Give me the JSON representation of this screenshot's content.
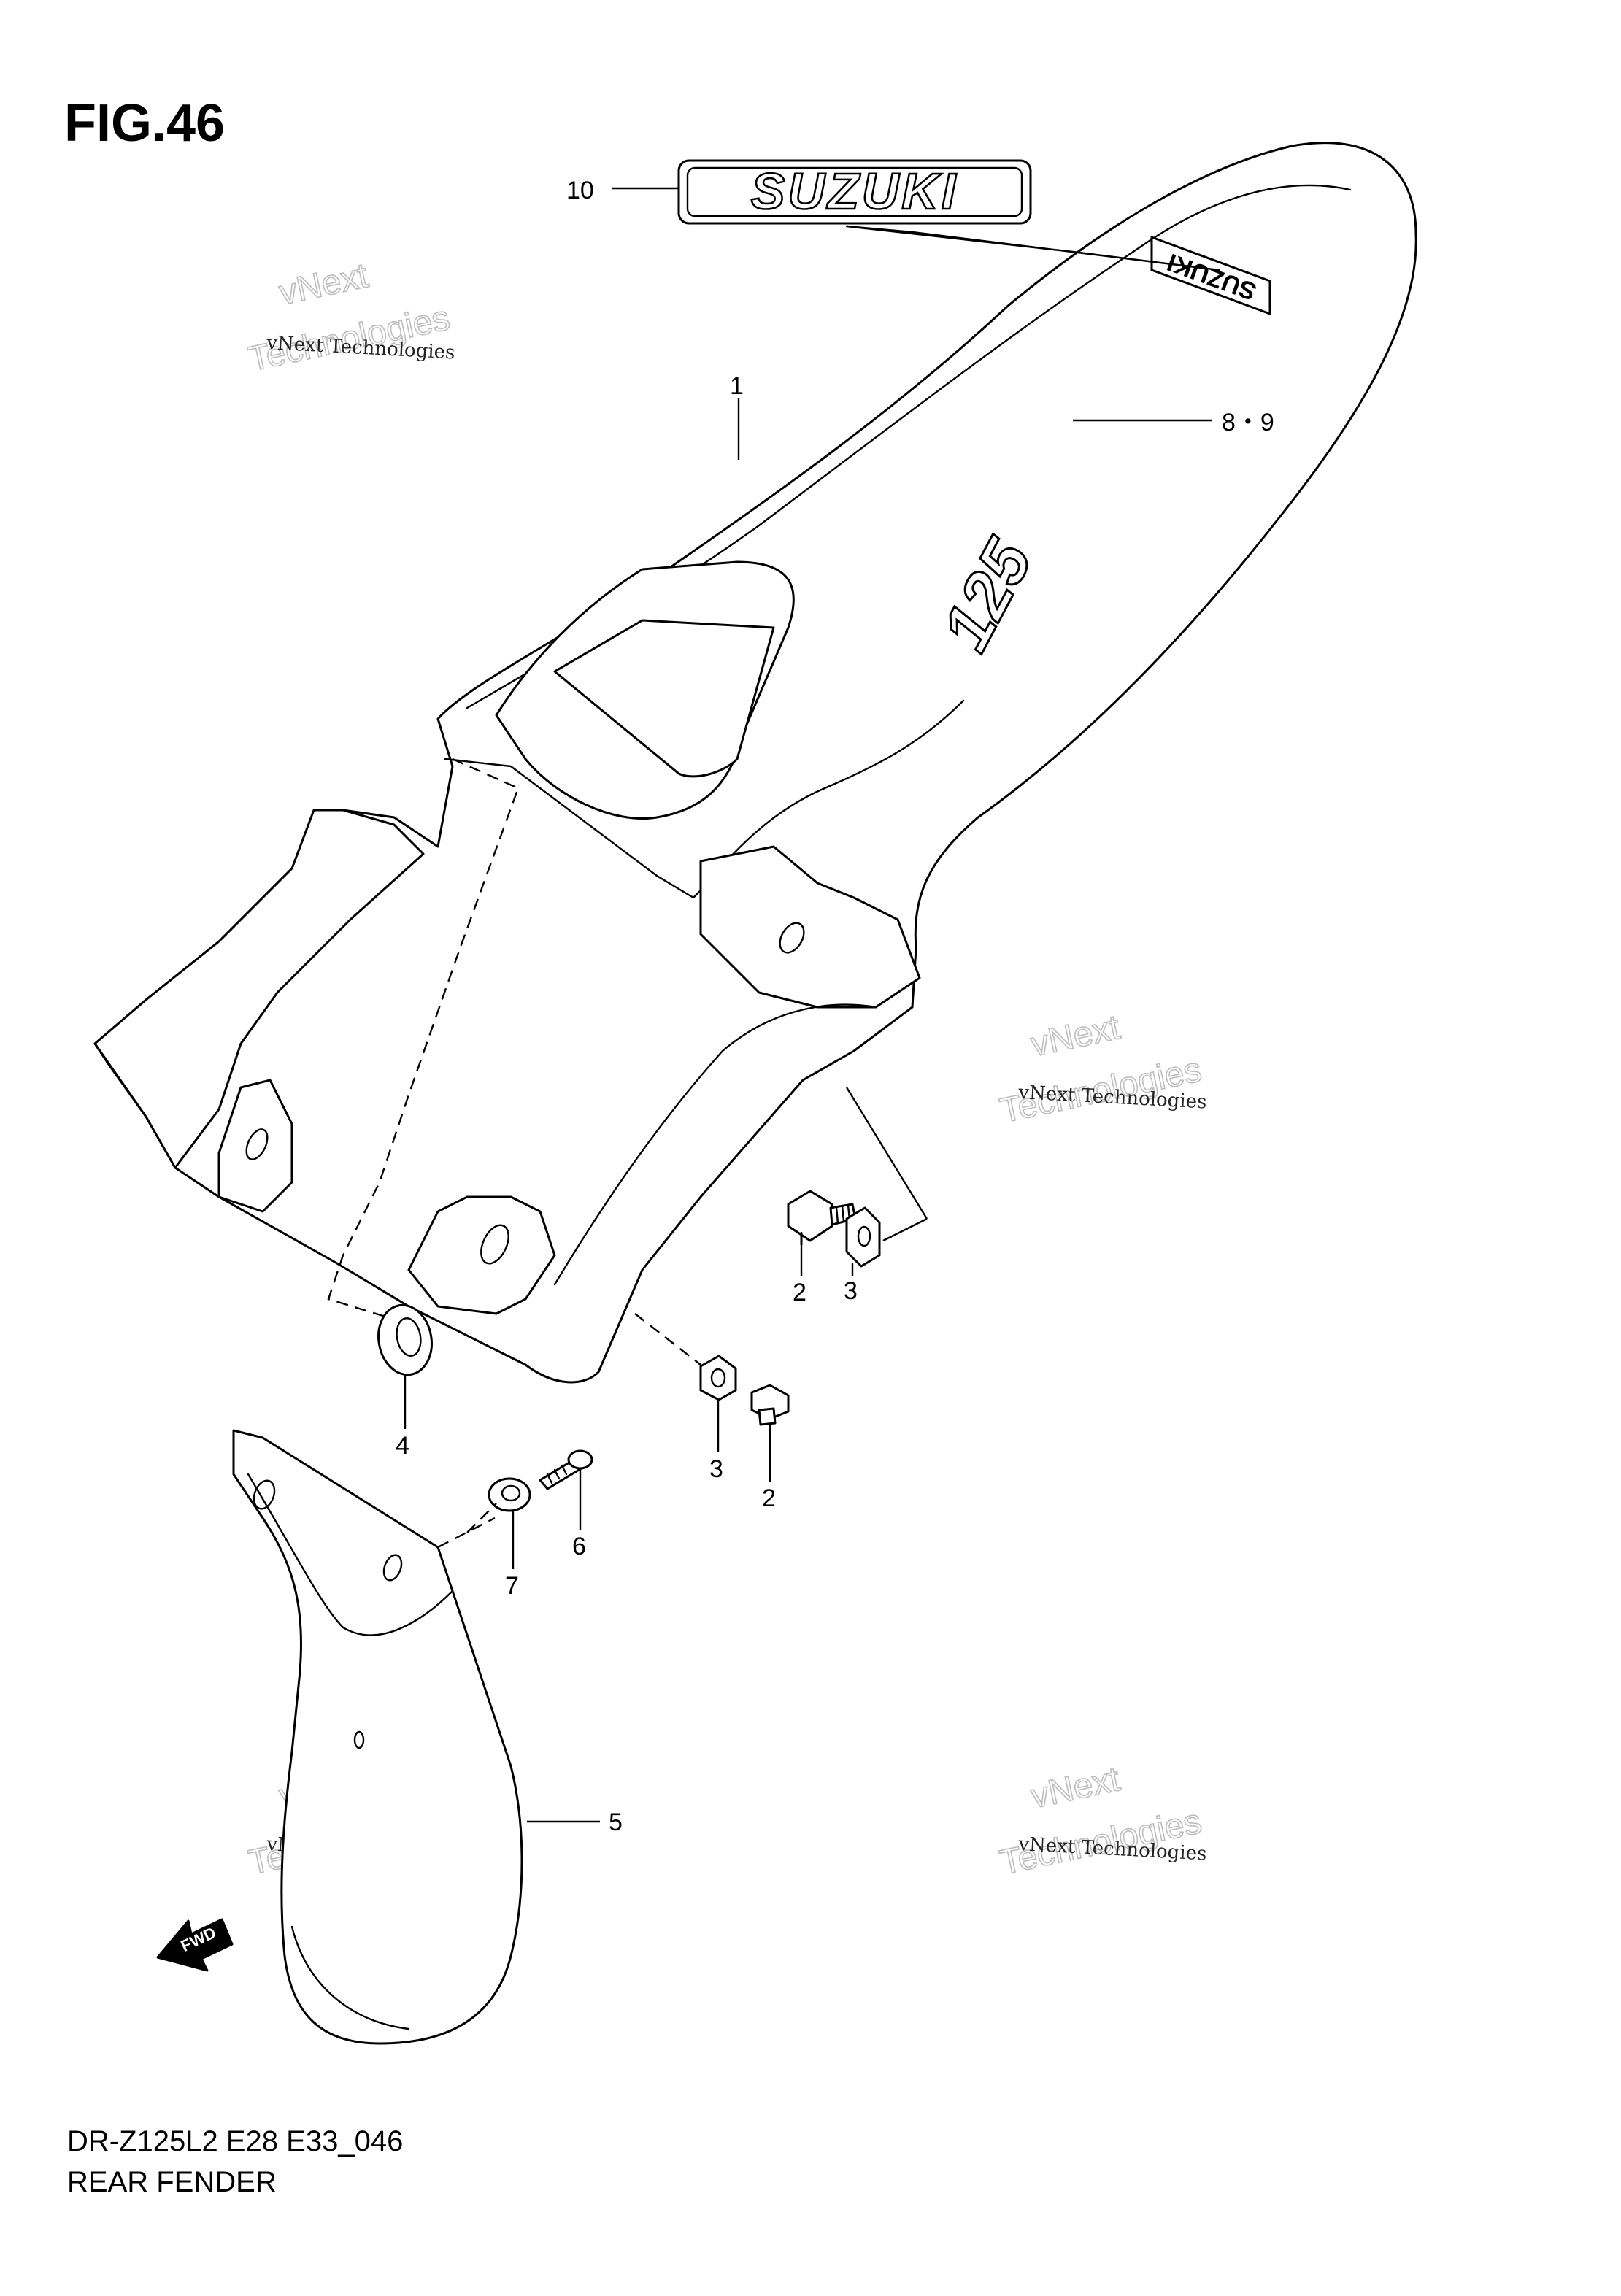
{
  "figure_title": "FIG.46",
  "model_code": "DR-Z125L2 E28 E33_046",
  "section_name": "REAR FENDER",
  "decal_logo_text": "SUZUKI",
  "decal_small_text": "SUZUKI",
  "decal_number_text": "125",
  "fwd_arrow_text": "FWD",
  "watermark": {
    "line1": "vNext Technologies",
    "line2": "Technologies",
    "line3": "vNext"
  },
  "callouts": [
    {
      "label": "10"
    },
    {
      "label": "1"
    },
    {
      "label": "8・9"
    },
    {
      "label": "2"
    },
    {
      "label": "3"
    },
    {
      "label": "4"
    },
    {
      "label": "3"
    },
    {
      "label": "2"
    },
    {
      "label": "6"
    },
    {
      "label": "7"
    },
    {
      "label": "5"
    }
  ]
}
